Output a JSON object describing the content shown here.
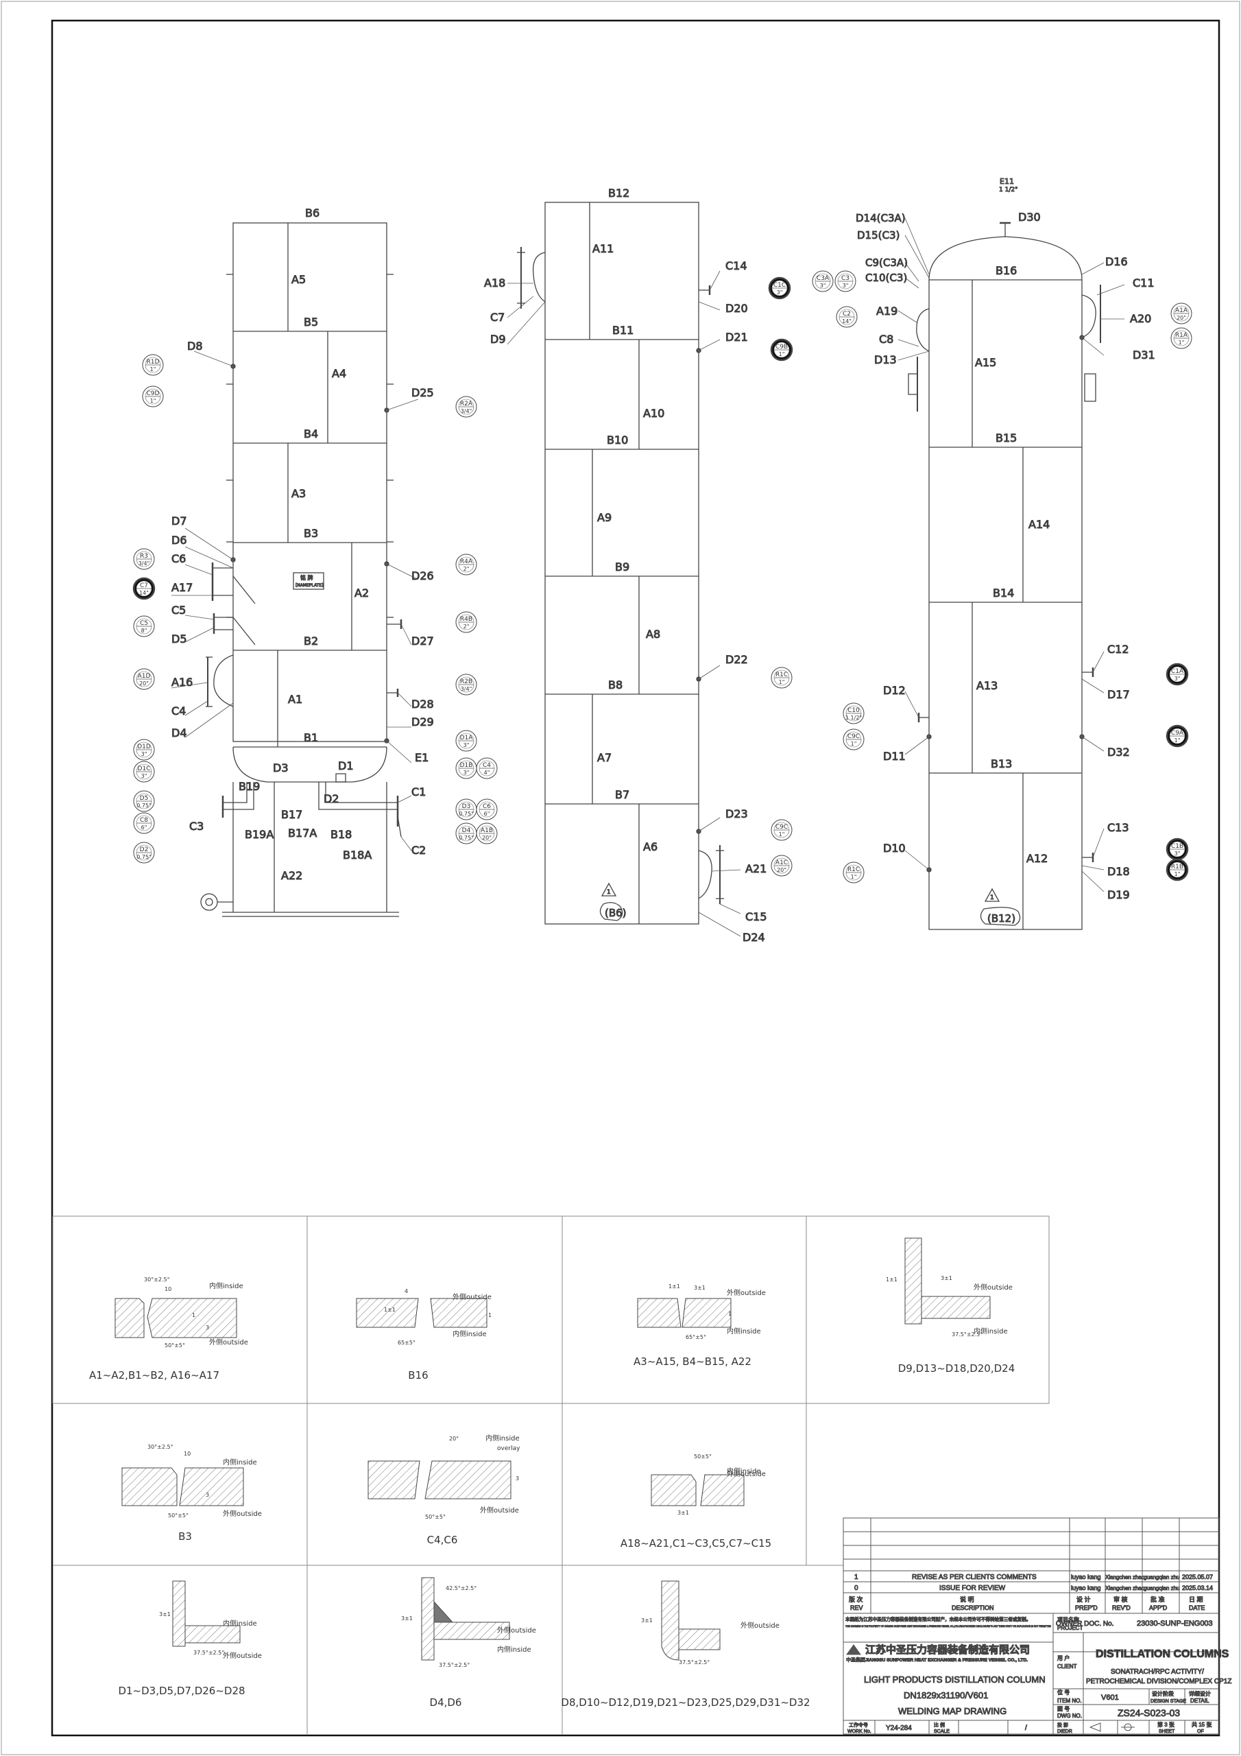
{
  "vessels": {
    "v1": {
      "labels": {
        "B6": "B6",
        "A5": "A5",
        "B5": "B5",
        "A4": "A4",
        "B4": "B4",
        "A3": "A3",
        "B3": "B3",
        "A2": "A2",
        "B2": "B2",
        "A1": "A1",
        "B1": "B1",
        "A22": "A22",
        "D8": "D8",
        "D25": "D25",
        "D26": "D26",
        "D27": "D27",
        "D28": "D28",
        "D29": "D29",
        "E1": "E1",
        "D7": "D7",
        "D6": "D6",
        "C6": "C6",
        "A17": "A17",
        "C5": "C5",
        "D5": "D5",
        "A16": "A16",
        "C4": "C4",
        "D4": "D4",
        "D3": "D3",
        "D1": "D1",
        "D2": "D2",
        "C1": "C1",
        "C2": "C2",
        "C3": "C3",
        "B19": "B19",
        "B19A": "B19A",
        "B17": "B17",
        "B17A": "B17A",
        "B18": "B18",
        "B18A": "B18A"
      },
      "nameplate_cn": "铭 牌",
      "nameplate_en": "[NAMEPLATE]",
      "bubbles": [
        {
          "t": "R1D",
          "s": "1\""
        },
        {
          "t": "C9D",
          "s": "1\""
        },
        {
          "t": "R3",
          "s": "3/4\""
        },
        {
          "t": "C7",
          "s": "14\""
        },
        {
          "t": "C5",
          "s": "8\""
        },
        {
          "t": "A1D",
          "s": "20\""
        },
        {
          "t": "D1D",
          "s": "3\""
        },
        {
          "t": "D1C",
          "s": "3\""
        },
        {
          "t": "D5",
          "s": "0.75\""
        },
        {
          "t": "C8",
          "s": "6\""
        },
        {
          "t": "D2",
          "s": "0.75\""
        },
        {
          "t": "R2A",
          "s": "3/4\""
        },
        {
          "t": "R4A",
          "s": "2\""
        },
        {
          "t": "R4B",
          "s": "2\""
        },
        {
          "t": "R2B",
          "s": "3/4\""
        },
        {
          "t": "D1A",
          "s": "3\""
        },
        {
          "t": "D1B",
          "s": "3\""
        },
        {
          "t": "C4",
          "s": "4\""
        },
        {
          "t": "D3",
          "s": "0.75\""
        },
        {
          "t": "C6",
          "s": "6\""
        },
        {
          "t": "D4",
          "s": "0.75\""
        },
        {
          "t": "A1B",
          "s": "20\""
        }
      ]
    },
    "v2": {
      "labels": {
        "B12": "B12",
        "A11": "A11",
        "C14": "C14",
        "D20": "D20",
        "B11": "B11",
        "D21": "D21",
        "A18": "A18",
        "C7": "C7",
        "D9": "D9",
        "A10": "A10",
        "B10": "B10",
        "A9": "A9",
        "B9": "B9",
        "A8": "A8",
        "D22": "D22",
        "B8": "B8",
        "A7": "A7",
        "B7": "B7",
        "A6": "A6",
        "D23": "D23",
        "A21": "A21",
        "C15": "C15",
        "D24": "D24",
        "ref": "(B6)",
        "warn": "1"
      },
      "bubbles": [
        {
          "t": "C1C",
          "s": "3\""
        },
        {
          "t": "C9B",
          "s": "1\""
        },
        {
          "t": "R1C",
          "s": "1\""
        },
        {
          "t": "C9C",
          "s": "1\""
        },
        {
          "t": "A1C",
          "s": "20\""
        }
      ]
    },
    "v3": {
      "labels": {
        "E11": "E11",
        "E11s": "1 1/2\"",
        "D30": "D30",
        "D14": "D14(C3A)",
        "D15": "D15(C3)",
        "C9": "C9(C3A)",
        "C10": "C10(C3)",
        "B16": "B16",
        "D16": "D16",
        "C11": "C11",
        "A20": "A20",
        "D31": "D31",
        "A19": "A19",
        "C8": "C8",
        "D13": "D13",
        "A15": "A15",
        "B15": "B15",
        "A14": "A14",
        "B14": "B14",
        "C12": "C12",
        "D17": "D17",
        "D12": "D12",
        "A13": "A13",
        "D11": "D11",
        "D32": "D32",
        "B13": "B13",
        "C13": "C13",
        "A12": "A12",
        "D10": "D10",
        "D18": "D18",
        "D19": "D19",
        "ref": "(B12)",
        "warn": "1"
      },
      "bubbles": [
        {
          "t": "C3A",
          "s": "3\""
        },
        {
          "t": "C3",
          "s": "3\""
        },
        {
          "t": "C2",
          "s": "14\""
        },
        {
          "t": "A1A",
          "s": "20\""
        },
        {
          "t": "R1A",
          "s": "1\""
        },
        {
          "t": "C1A",
          "s": "3\""
        },
        {
          "t": "C10",
          "s": "1 1/2\""
        },
        {
          "t": "C9C",
          "s": "1\""
        },
        {
          "t": "C9A",
          "s": "1\""
        },
        {
          "t": "R1C",
          "s": "1\""
        },
        {
          "t": "C1B",
          "s": "3\""
        },
        {
          "t": "R1B",
          "s": "1\""
        }
      ]
    }
  },
  "details": [
    {
      "caption": "A1~A2,B1~B2, A16~A17",
      "inside": "内侧inside",
      "outside": "外侧outside",
      "dims": [
        "30°±2.5°",
        "10",
        "1",
        "50°±5°",
        "3"
      ]
    },
    {
      "caption": "B16",
      "inside": "内侧inside",
      "outside": "外侧outside",
      "dims": [
        "4",
        "65±5°",
        "1±1",
        "1"
      ]
    },
    {
      "caption": "A3~A15, B4~B15, A22",
      "inside": "内侧inside",
      "outside": "外侧outside",
      "dims": [
        "1±1",
        "3±1",
        "65°±5°",
        "1"
      ]
    },
    {
      "caption": "D9,D13~D18,D20,D24",
      "inside": "内侧inside",
      "outside": "外侧outside",
      "dims": [
        "1±1",
        "3±1",
        "37.5°±2.5°"
      ]
    },
    {
      "caption": "B3",
      "inside": "内侧inside",
      "outside": "外侧outside",
      "dims": [
        "30°±2.5°",
        "10",
        "50°±5°",
        "3"
      ]
    },
    {
      "caption": "C4,C6",
      "inside": "内侧inside",
      "outside": "外侧outside",
      "overlay": "overlay",
      "dims": [
        "20°",
        "50°±5°",
        "3"
      ]
    },
    {
      "caption": "A18~A21,C1~C3,C5,C7~C15",
      "inside": "内侧inside",
      "outside": "外侧outside",
      "dims": [
        "50±5°",
        "3±1"
      ]
    },
    {
      "caption": "D1~D3,D5,D7,D26~D28",
      "inside": "内侧inside",
      "outside": "外侧outside",
      "dims": [
        "3±1",
        "37.5°±2.5°"
      ]
    },
    {
      "caption": "D4,D6",
      "inside": "内侧inside",
      "outside": "外侧outside",
      "dims": [
        "3±1",
        "42.5°±2.5°",
        "37.5°±2.5°"
      ]
    },
    {
      "caption": "D8,D10~D12,D19,D21~D23,D25,D29,D31~D32",
      "outside": "外侧outside",
      "dims": [
        "3±1",
        "37.5°±2.5°"
      ]
    }
  ],
  "title_block": {
    "revisions": [
      {
        "rev": "1",
        "desc": "REVISE AS PER CLIENTS COMMENTS",
        "prep": "luyao kang",
        "revd": "Xiangchen zhao",
        "appd": "guangqian zhu",
        "date": "2025.05.07"
      },
      {
        "rev": "0",
        "desc": "ISSUE FOR REVIEW",
        "prep": "luyao kang",
        "revd": "Xiangchen zhao",
        "appd": "guangqian zhu",
        "date": "2025.03.14"
      }
    ],
    "hdr": {
      "rev_cn": "版 次",
      "rev_en": "REV",
      "desc_cn": "说 明",
      "desc_en": "DESCRIPTION",
      "prep_cn": "设 计",
      "prep_en": "PREP'D",
      "revd_cn": "审 核",
      "revd_en": "REV'D",
      "appd_cn": "批 准",
      "appd_en": "APP'D",
      "date_cn": "日 期",
      "date_en": "DATE"
    },
    "notice_cn": "本图纸为江苏中圣压力容器装备制造有限公司财产，未经本公司许可不得转给第三者或复制。",
    "notice_en": "THIS DRAWING IS THE PROPERTY OF JIANGSU SUNPOWER HEAT EXCHANGER & PRESSURE VESSEL CO.,LTD.UNAUTHORIZED DISCLOSURE TO ANY THIRD PARTY OR DUPLICATION IS NOT PERMITTED",
    "owner_doc_label": "OWNER DOC. No.",
    "owner_doc": "23030-SUNP-ENG003",
    "company_cn": "江苏中圣压力容器装备制造有限公司",
    "company_en": "JIANGSU SUNPOWER HEAT EXCHANGER & PRESSURE VESSEL CO., LTD.",
    "logo_text": "中圣集团",
    "item_title": "LIGHT PRODUCTS DISTILLATION COLUMN",
    "item_spec": "DN1829x31190/V601",
    "drawing_name": "WELDING MAP DRAWING",
    "project_label_cn": "项目名称",
    "project_label_en": "PROJECT",
    "project": "DISTILLATION COLUMNS",
    "client_label_cn": "用 户",
    "client_label_en": "CLIENT",
    "client1": "SONATRACH/RPC ACTIVITY/",
    "client2": "PETROCHEMICAL DIVISION/COMPLEX CP1Z",
    "item_label_cn": "位 号",
    "item_label_en": "ITEM NO.",
    "item_no": "V601",
    "stage_label_cn": "设计阶段",
    "stage_label_en": "DESIGN STAGE",
    "stage_cn": "详细设计",
    "stage_en": "DETAIL",
    "dwg_label_cn": "图 号",
    "dwg_label_en": "DWG NO.",
    "dwg_no": "ZS24-S023-03",
    "work_label_cn": "工作令号",
    "work_label_en": "WORK No.",
    "work_no": "Y24-284",
    "scale_label_cn": "比 例",
    "scale_label_en": "SCALE",
    "scale": "/",
    "proj_label_cn": "投 影",
    "proj_label_en": "DIEDR",
    "sheet_cn": "第 3 张",
    "sheet_en": "SHEET",
    "total_cn": "共 15 张",
    "total_en": "OF"
  }
}
